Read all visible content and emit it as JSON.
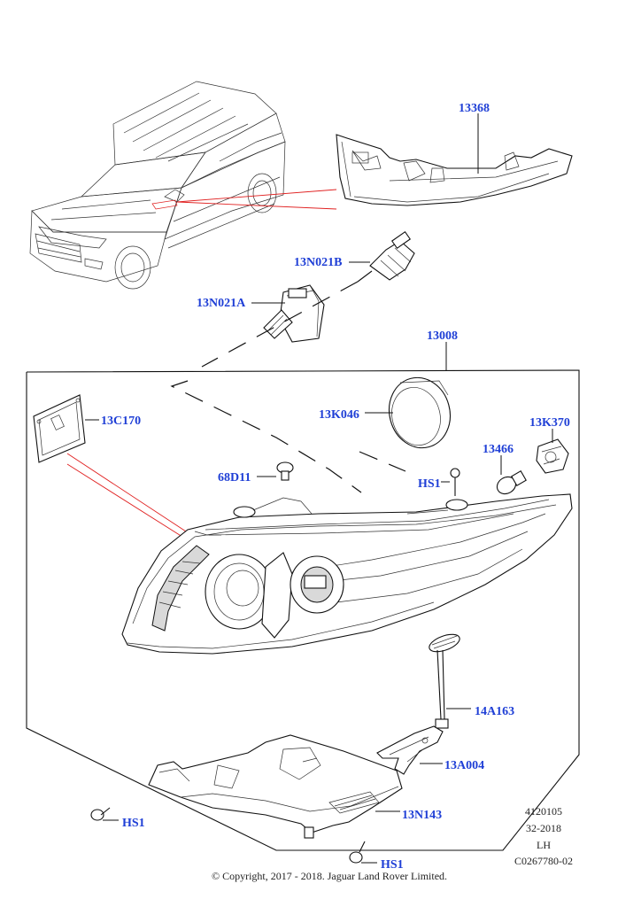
{
  "callouts": {
    "c13368": "13368",
    "c13N021B": "13N021B",
    "c13N021A": "13N021A",
    "c13008": "13008",
    "c13C170": "13C170",
    "c13K046": "13K046",
    "c13K370": "13K370",
    "c13466": "13466",
    "c68D11": "68D11",
    "cHS1_top": "HS1",
    "c14A163": "14A163",
    "c13A004": "13A004",
    "c13N143": "13N143",
    "cHS1_left": "HS1",
    "cHS1_bottom": "HS1"
  },
  "info_block": {
    "line1": "4120105",
    "line2": "32-2018",
    "line3": "LH",
    "line4": "C0267780-02"
  },
  "copyright": "© Copyright, 2017 - 2018. Jaguar Land Rover Limited.",
  "colors": {
    "callout": "#1f3fd6",
    "highlight_line": "#e02020",
    "line": "#111111"
  }
}
